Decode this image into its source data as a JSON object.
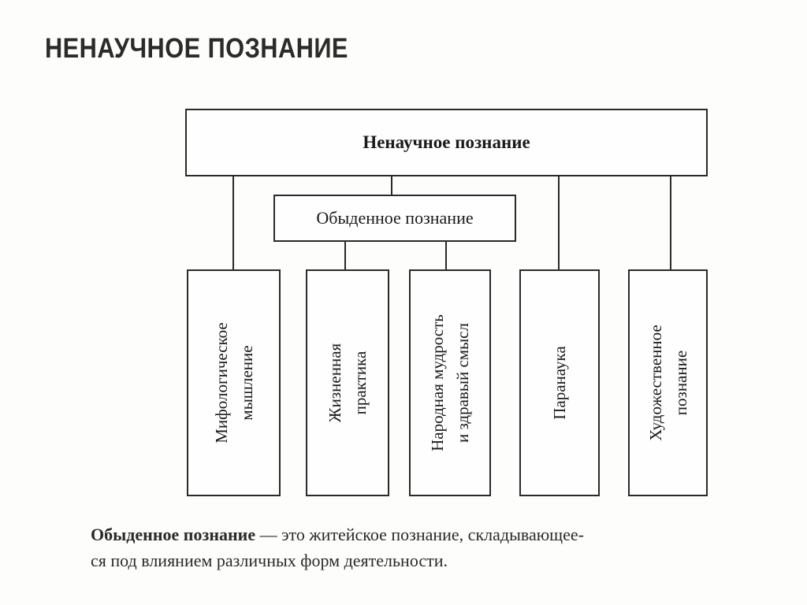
{
  "title": "НЕНАУЧНОЕ ПОЗНАНИЕ",
  "diagram": {
    "root": "Ненаучное познание",
    "middle": "Обыденное познание",
    "leaves": [
      "Мифологическое\nмышление",
      "Жизненная\nпрактика",
      "Народная мудрость\nи здравый смысл",
      "Паранаука",
      "Художественное\nпознание"
    ]
  },
  "caption": {
    "term": "Обыденное познание",
    "rest_line1": " — это житейское познание, складывающее-",
    "line2": "ся под влиянием различных форм деятельности."
  }
}
